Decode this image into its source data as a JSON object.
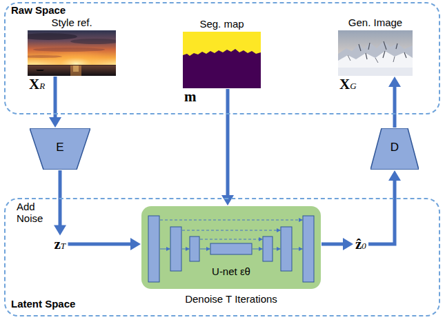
{
  "diagram": {
    "nodes": [
      {
        "text": [
          "Raw Space"
        ]
      },
      {
        "text": [
          "Style ref.",
          "XR"
        ],
        "in": 0
      },
      {
        "text": [
          "Seg. map",
          "m"
        ],
        "in": 0
      },
      {
        "text": [
          "Gen. Image",
          "XG"
        ],
        "in": 0
      },
      {
        "text": [
          "E"
        ]
      },
      {
        "text": [
          "D"
        ]
      },
      {
        "text": [
          "Latent Space"
        ]
      },
      {
        "text": [
          "zT"
        ],
        "in": 6
      },
      {
        "text": [
          "U-net εθ",
          "Denoise T Iterations"
        ],
        "in": 6
      },
      {
        "text": [
          "ẑ0"
        ],
        "in": 6
      }
    ],
    "edges": [
      {
        "from": 1,
        "to": 4,
        "arrow": "to"
      },
      {
        "from": 4,
        "to": 7,
        "arrow": "to",
        "label": "Add Noise"
      },
      {
        "from": 7,
        "to": 8,
        "arrow": "to"
      },
      {
        "from": 2,
        "to": 8,
        "arrow": "to"
      },
      {
        "from": 8,
        "to": 9,
        "arrow": "to"
      },
      {
        "from": 9,
        "to": 5,
        "arrow": "to"
      },
      {
        "from": 5,
        "to": 3,
        "arrow": "to"
      }
    ]
  }
}
